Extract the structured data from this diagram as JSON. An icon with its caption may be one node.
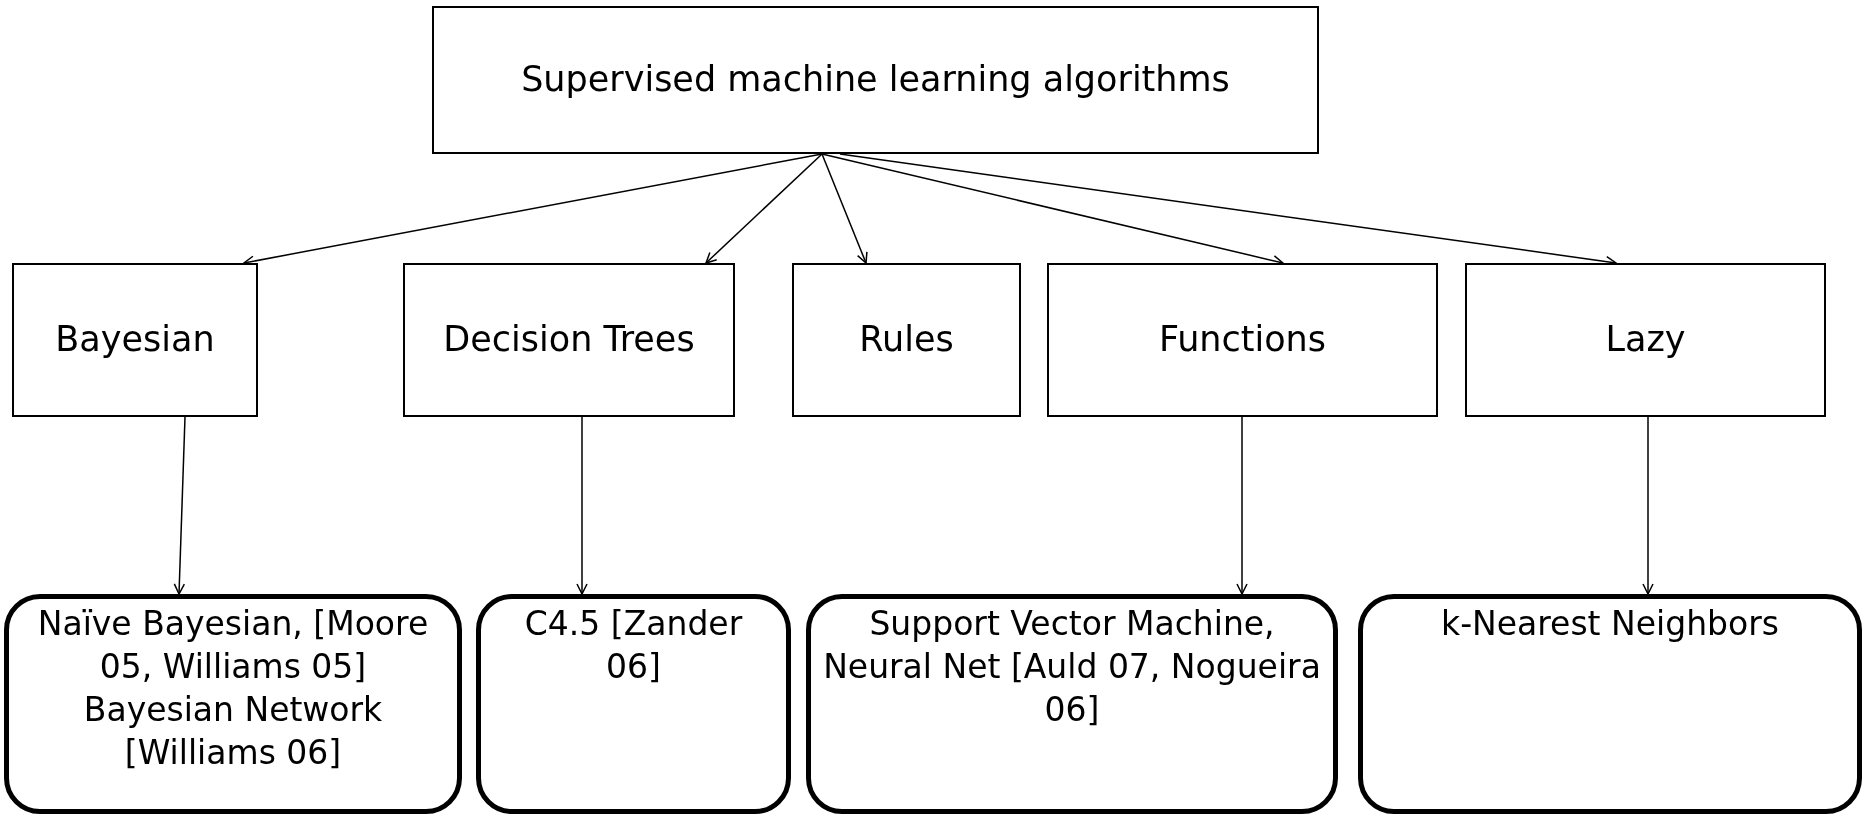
{
  "diagram": {
    "nodes": [
      {
        "text": [
          "Supervised machine learning algorithms"
        ]
      },
      {
        "text": [
          "Bayesian"
        ]
      },
      {
        "text": [
          "Decision Trees"
        ]
      },
      {
        "text": [
          "Rules"
        ]
      },
      {
        "text": [
          "Functions"
        ]
      },
      {
        "text": [
          "Lazy"
        ]
      },
      {
        "text": [
          "Naïve Bayesian, [Moore 05, Williams 05] Bayesian Network [Williams 06]"
        ]
      },
      {
        "text": [
          "C4.5 [Zander 06]"
        ]
      },
      {
        "text": [
          "Support Vector Machine, Neural Net [Auld 07, Nogueira 06]"
        ]
      },
      {
        "text": [
          "k-Nearest Neighbors"
        ]
      }
    ],
    "edges": [
      {
        "from": 0,
        "to": 1,
        "arrow": "to"
      },
      {
        "from": 0,
        "to": 2,
        "arrow": "to"
      },
      {
        "from": 0,
        "to": 3,
        "arrow": "to"
      },
      {
        "from": 0,
        "to": 4,
        "arrow": "to"
      },
      {
        "from": 0,
        "to": 5,
        "arrow": "to"
      },
      {
        "from": 1,
        "to": 6,
        "arrow": "to"
      },
      {
        "from": 2,
        "to": 7,
        "arrow": "to"
      },
      {
        "from": 4,
        "to": 8,
        "arrow": "to"
      },
      {
        "from": 5,
        "to": 9,
        "arrow": "to"
      }
    ]
  }
}
